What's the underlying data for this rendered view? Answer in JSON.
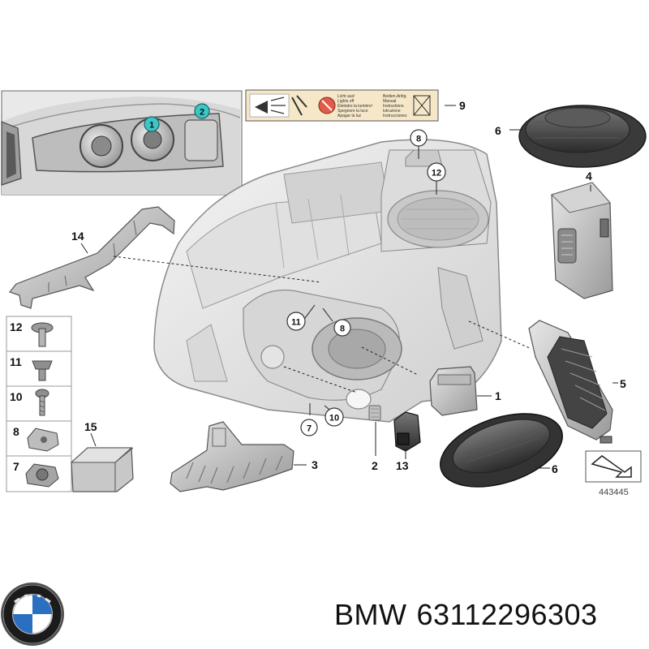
{
  "caption": {
    "brand": "BMW",
    "part_number": "63112296303"
  },
  "diagram_ref": "443445",
  "labels": {
    "l1": "1",
    "l2": "2",
    "l3": "3",
    "l4": "4",
    "l5": "5",
    "l6a": "6",
    "l6b": "6",
    "l7": "7",
    "l8": "8",
    "l9": "9",
    "l10": "10",
    "l11": "11",
    "l12": "12",
    "l13": "13",
    "l14": "14",
    "l15": "15"
  },
  "circled_labels": {
    "c8top": "8",
    "c12": "12",
    "c11": "11",
    "c8mid": "8",
    "c7": "7",
    "c10": "10"
  },
  "fastener_column": [
    "12",
    "11",
    "10",
    "8",
    "7"
  ],
  "inset_markers": [
    "1",
    "2"
  ],
  "warning_label": {
    "left_text": [
      "Licht aus!",
      "Lights off",
      "Éteindre la lumière!",
      "Spegnere la luce",
      "Apagar la luz"
    ],
    "right_text": [
      "Bedien.Anltg.",
      "Manual",
      "Instructions",
      "Istruzione",
      "Instrucciones"
    ]
  }
}
